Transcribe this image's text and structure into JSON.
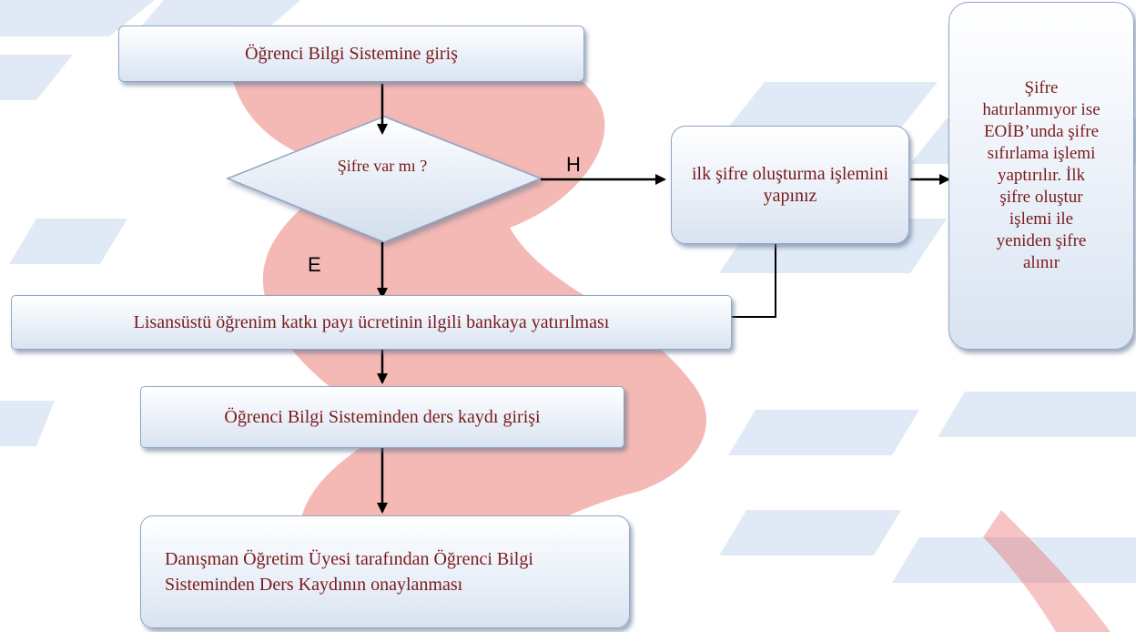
{
  "nodes": {
    "start": "Öğrenci Bilgi Sistemine giriş",
    "decision": "Şifre var mı ?",
    "create_password": "ilk şifre oluşturma işlemini yapınız",
    "reset_note": "Şifre hatırlanmıyor ise EOİB’unda şifre sıfırlama işlemi yaptırılır. İlk şifre oluştur işlemi ile yeniden şifre alınır",
    "payment": "Lisansüstü öğrenim katkı payı ücretinin ilgili bankaya yatırılması",
    "course_registration": "Öğrenci Bilgi Sisteminden ders kaydı girişi",
    "advisor_approval": "Danışman Öğretim Üyesi tarafından Öğrenci Bilgi Sisteminden  Ders Kaydının onaylanması"
  },
  "branches": {
    "no": "H",
    "yes": "E"
  },
  "colors": {
    "box_text": "#7a1a1a",
    "box_border": "#8fa6c4",
    "watermark_red": "#e4574f",
    "watermark_blue": "#c7d8ee"
  }
}
